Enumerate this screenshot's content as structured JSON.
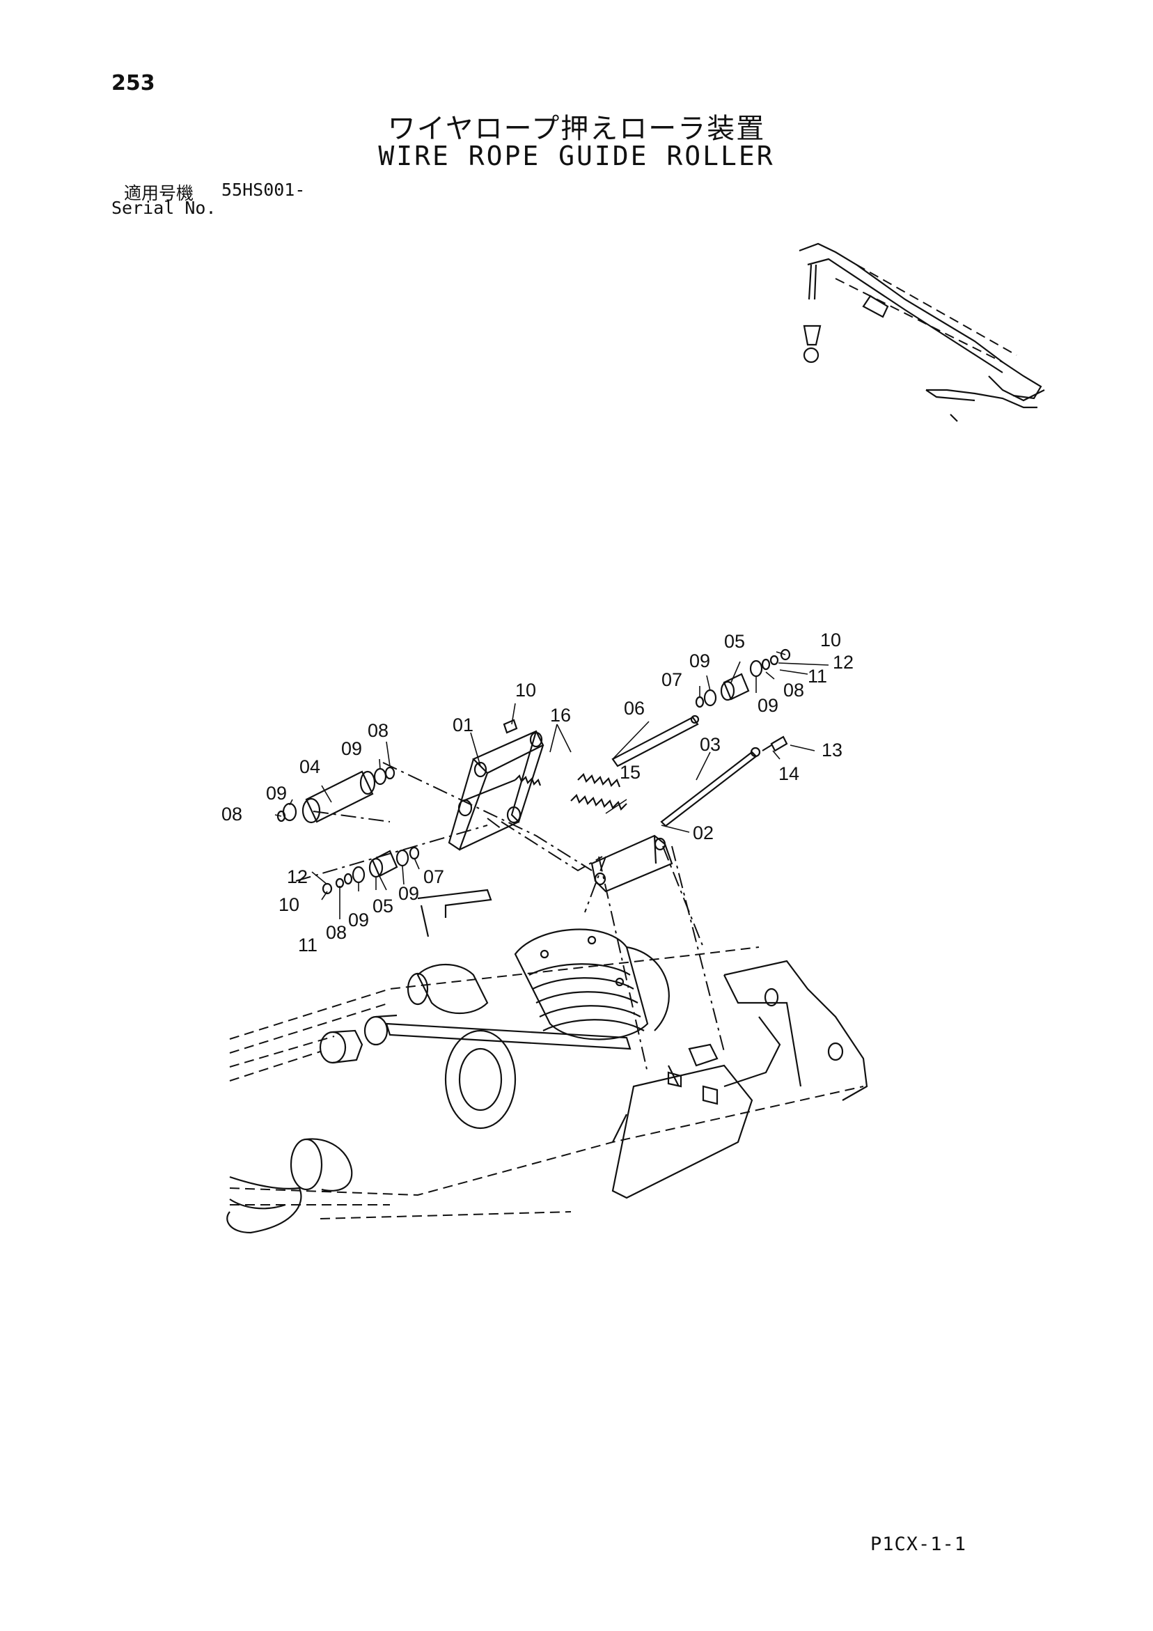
{
  "page": {
    "number": "253",
    "title_jp": "ワイヤロープ押えローラ装置",
    "title_en": "WIRE ROPE GUIDE ROLLER",
    "serial_label_jp": "適用号機",
    "serial_value": "55HS001-",
    "serial_label_en": "Serial No.",
    "page_code": "P1CX-1-1"
  },
  "callouts": {
    "c01": "01",
    "c02": "02",
    "c03": "03",
    "c04": "04",
    "c05a": "05",
    "c05b": "05",
    "c06": "06",
    "c07a": "07",
    "c07b": "07",
    "c08a": "08",
    "c08b": "08",
    "c08c": "08",
    "c08d": "08",
    "c09a": "09",
    "c09b": "09",
    "c09c": "09",
    "c09d": "09",
    "c09e": "09",
    "c09f": "09",
    "c10a": "10",
    "c10b": "10",
    "c10c": "10",
    "c11a": "11",
    "c11b": "11",
    "c12a": "12",
    "c12b": "12",
    "c13": "13",
    "c14": "14",
    "c15": "15",
    "c16": "16"
  }
}
